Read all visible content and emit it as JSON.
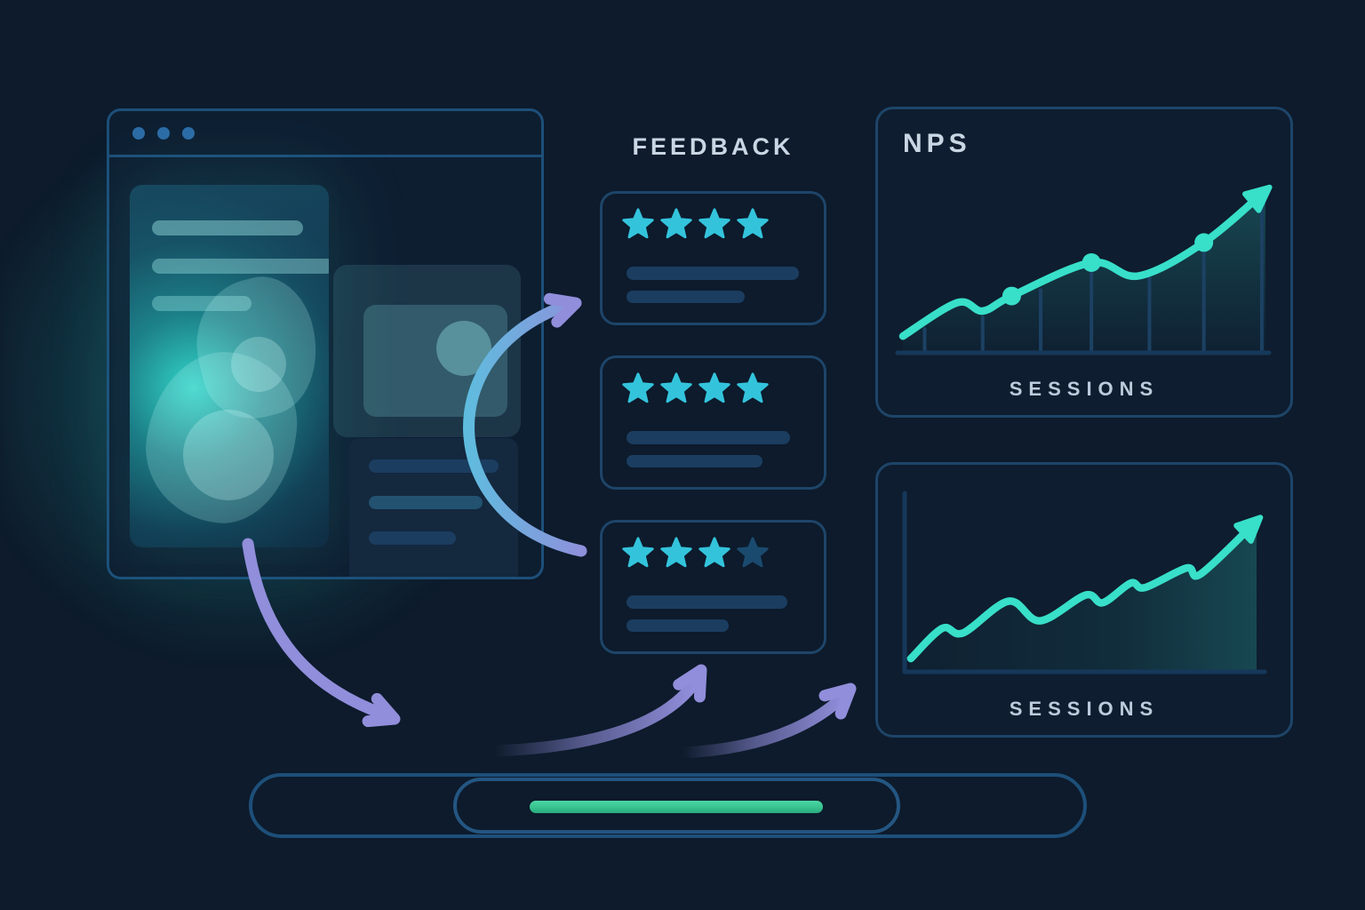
{
  "feedback": {
    "title": "FEEDBACK",
    "cards": [
      {
        "stars_total": 4,
        "stars_filled": 4,
        "line_widths": [
          0.76,
          0.52
        ]
      },
      {
        "stars_total": 4,
        "stars_filled": 4,
        "line_widths": [
          0.72,
          0.6
        ]
      },
      {
        "stars_total": 4,
        "stars_filled": 3,
        "line_widths": [
          0.71,
          0.45
        ]
      }
    ]
  },
  "browser_window": {
    "traffic_dots": 3,
    "content": "heatmap-wireframe"
  },
  "progress_bar": {
    "fill_fraction": 0.66
  },
  "chart_data": [
    {
      "type": "line",
      "title": "NPS",
      "xlabel": "SESSIONS",
      "ylabel": "NPS",
      "x_range": [
        0,
        100
      ],
      "y_range": [
        0,
        100
      ],
      "grid": true,
      "gridlines_x": [
        6,
        22,
        38,
        52,
        68,
        83,
        99
      ],
      "points": [
        [
          0,
          10
        ],
        [
          15,
          30
        ],
        [
          22,
          25
        ],
        [
          30,
          34
        ],
        [
          52,
          54
        ],
        [
          65,
          46
        ],
        [
          83,
          66
        ],
        [
          100,
          97
        ]
      ],
      "markers": [
        [
          30,
          34
        ],
        [
          52,
          54
        ],
        [
          83,
          66
        ]
      ],
      "arrow_end": true,
      "trend": "increasing"
    },
    {
      "type": "line",
      "title": "",
      "xlabel": "SESSIONS",
      "ylabel": "",
      "x_range": [
        0,
        100
      ],
      "y_range": [
        0,
        100
      ],
      "grid": false,
      "axes": "left-bottom",
      "points": [
        [
          1,
          7
        ],
        [
          10,
          27
        ],
        [
          16,
          24
        ],
        [
          29,
          45
        ],
        [
          38,
          32
        ],
        [
          51,
          49
        ],
        [
          56,
          44
        ],
        [
          64,
          57
        ],
        [
          68,
          54
        ],
        [
          80,
          67
        ],
        [
          84,
          63
        ],
        [
          100,
          98
        ]
      ],
      "arrow_end": true,
      "trend": "increasing"
    }
  ],
  "colors": {
    "background": "#0d1b2c",
    "window_border": "#1d4f79",
    "window_dot": "#2d6ba6",
    "card_border": "#1e4569",
    "placeholder_line": "#1b3d60",
    "heading_text": "#c9d6e3",
    "axis_label_text": "#bccbdb",
    "star_filled": "#33c4dc",
    "star_empty": "#1a4a6e",
    "chart_line": "#38dfc9",
    "chart_axis": "#16385a",
    "chart_gridline": "#1c4163",
    "arrow_purple": "#918edb",
    "arrow_teal": "#4fcbe0",
    "heatmap_teal": "#2fe3d2",
    "progress_green": "#37c28f"
  }
}
